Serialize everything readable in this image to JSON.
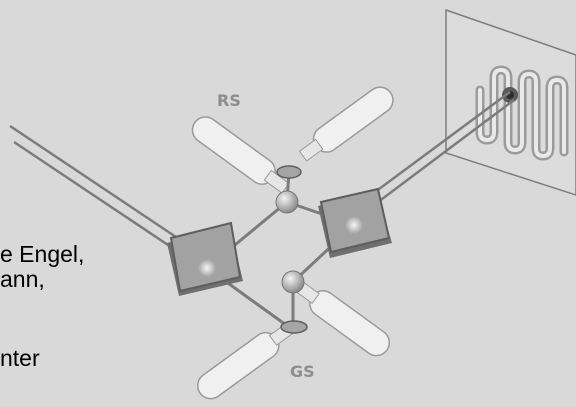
{
  "labels": {
    "rs": "RS",
    "gs": "GS"
  },
  "text_fragments": [
    "e Engel,",
    "ann,",
    "nter"
  ],
  "colors": {
    "background": "#d9d9d9",
    "mirror_fill": "#9a9a9a",
    "mirror_border": "#5e5e5e",
    "beam": "#7c7c7c",
    "cylinder": "#f0f0f0",
    "screen": "#dcdcdc",
    "label_text": "#8d8d8d"
  }
}
